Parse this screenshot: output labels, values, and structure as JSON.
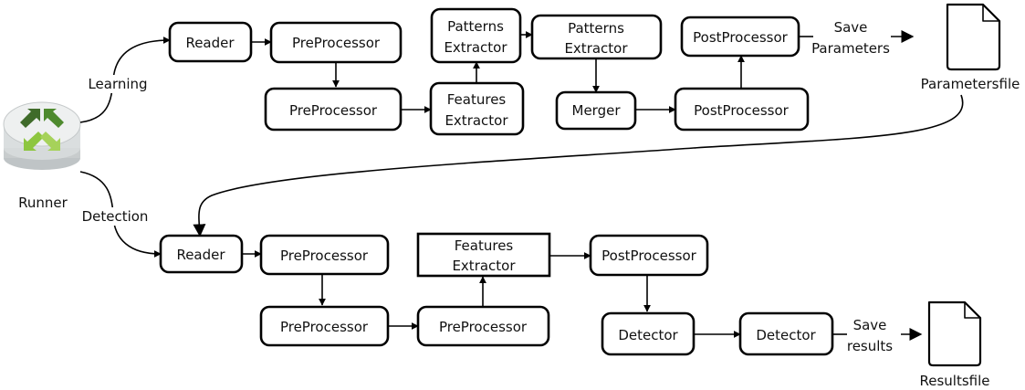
{
  "runner": {
    "label": "Runner",
    "icon": "runner-icon",
    "colors": {
      "dark_green": "#3f6b2a",
      "light_green": "#8dc63f",
      "disk": "#cfd3d4"
    }
  },
  "branches": {
    "learning": "Learning",
    "detection": "Detection"
  },
  "learning": {
    "reader": "Reader",
    "preprocessor_1": "PreProcessor",
    "preprocessor_2": "PreProcessor",
    "features_extractor": [
      "Features",
      "Extractor"
    ],
    "patterns_extractor_1": [
      "Patterns",
      "Extractor"
    ],
    "patterns_extractor_2": [
      "Patterns",
      "Extractor"
    ],
    "merger": "Merger",
    "postprocessor_1": "PostProcessor",
    "postprocessor_2": "PostProcessor",
    "save_label": [
      "Save",
      "Parameters"
    ],
    "file_label": "Parametersfile"
  },
  "detection": {
    "reader": "Reader",
    "preprocessor_1": "PreProcessor",
    "preprocessor_2": "PreProcessor",
    "preprocessor_3": "PreProcessor",
    "features_extractor": [
      "Features",
      "Extractor"
    ],
    "postprocessor": "PostProcessor",
    "detector_1": "Detector",
    "detector_2": "Detector",
    "save_label": [
      "Save",
      "results"
    ],
    "file_label": "Resultsfile"
  }
}
